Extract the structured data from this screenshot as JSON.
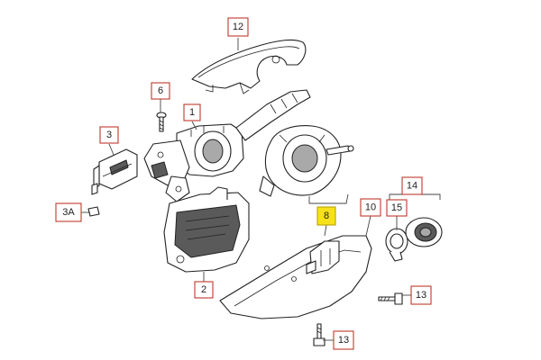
{
  "callouts": [
    {
      "id": "12",
      "label": "12",
      "highlighted": false
    },
    {
      "id": "6",
      "label": "6",
      "highlighted": false
    },
    {
      "id": "1",
      "label": "1",
      "highlighted": false
    },
    {
      "id": "3",
      "label": "3",
      "highlighted": false
    },
    {
      "id": "3A",
      "label": "3A",
      "highlighted": false
    },
    {
      "id": "2",
      "label": "2",
      "highlighted": false
    },
    {
      "id": "8",
      "label": "8",
      "highlighted": true
    },
    {
      "id": "10",
      "label": "10",
      "highlighted": false
    },
    {
      "id": "14",
      "label": "14",
      "highlighted": false
    },
    {
      "id": "15",
      "label": "15",
      "highlighted": false
    },
    {
      "id": "13a",
      "label": "13",
      "highlighted": false
    },
    {
      "id": "13b",
      "label": "13",
      "highlighted": false
    }
  ],
  "colors": {
    "callout_border": "#c0392b",
    "highlight_fill": "#f7e21a",
    "line": "#222222",
    "dark_part": "#5a5a5a"
  }
}
